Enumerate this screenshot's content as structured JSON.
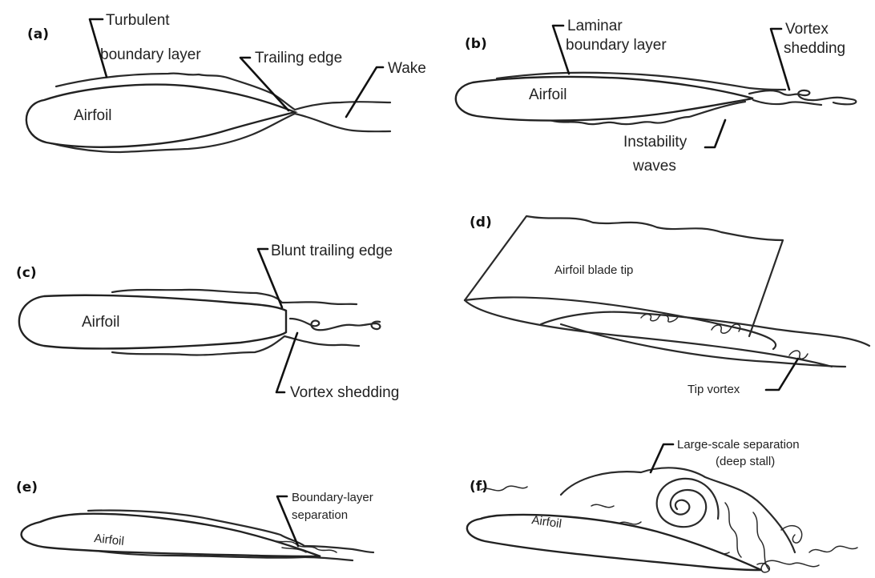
{
  "panels": {
    "a": {
      "tag": "(a)",
      "airfoil_label": "Airfoil",
      "turbulent_label_line1": "Turbulent",
      "turbulent_label_line2": "boundary layer",
      "trailing_edge_label": "Trailing edge",
      "wake_label": "Wake"
    },
    "b": {
      "tag": "(b)",
      "airfoil_label": "Airfoil",
      "laminar_label_line1": "Laminar",
      "laminar_label_line2": "boundary layer",
      "vortex_label_line1": "Vortex",
      "vortex_label_line2": "shedding",
      "instability_label_line1": "Instability",
      "instability_label_line2": "waves"
    },
    "c": {
      "tag": "(c)",
      "airfoil_label": "Airfoil",
      "blunt_label": "Blunt trailing edge",
      "vortex_label": "Vortex shedding"
    },
    "d": {
      "tag": "(d)",
      "blade_tip_label": "Airfoil blade tip",
      "tip_vortex_label": "Tip vortex"
    },
    "e": {
      "tag": "(e)",
      "airfoil_label": "Airfoil",
      "separation_label_line1": "Boundary-layer",
      "separation_label_line2": "separation"
    },
    "f": {
      "tag": "(f)",
      "airfoil_label": "Airfoil",
      "stall_label_line1": "Large-scale separation",
      "stall_label_line2": "(deep stall)"
    }
  }
}
